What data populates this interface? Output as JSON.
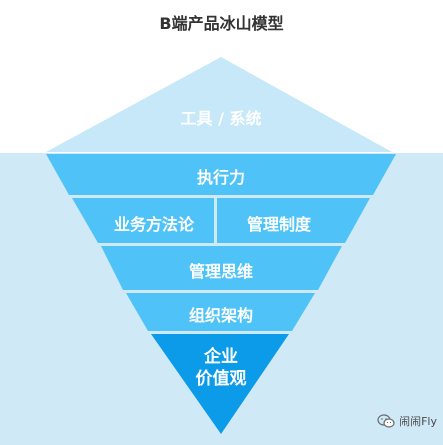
{
  "title": "B端产品冰山模型",
  "layers": {
    "tip": "工具 / 系统",
    "execution": "执行力",
    "methodology": "业务方法论",
    "management_system": "管理制度",
    "management_thinking": "管理思维",
    "organization": "组织架构",
    "values_line1": "企业",
    "values_line2": "价值观"
  },
  "watermark": {
    "text": "闹闹Fly",
    "icon": "wechat-icon"
  },
  "colors": {
    "tip": "#c6e8f8",
    "water": "#cfe9f6",
    "mid": "#4fc3f7",
    "deep": "#0b9be8",
    "background": "#ffffff"
  }
}
